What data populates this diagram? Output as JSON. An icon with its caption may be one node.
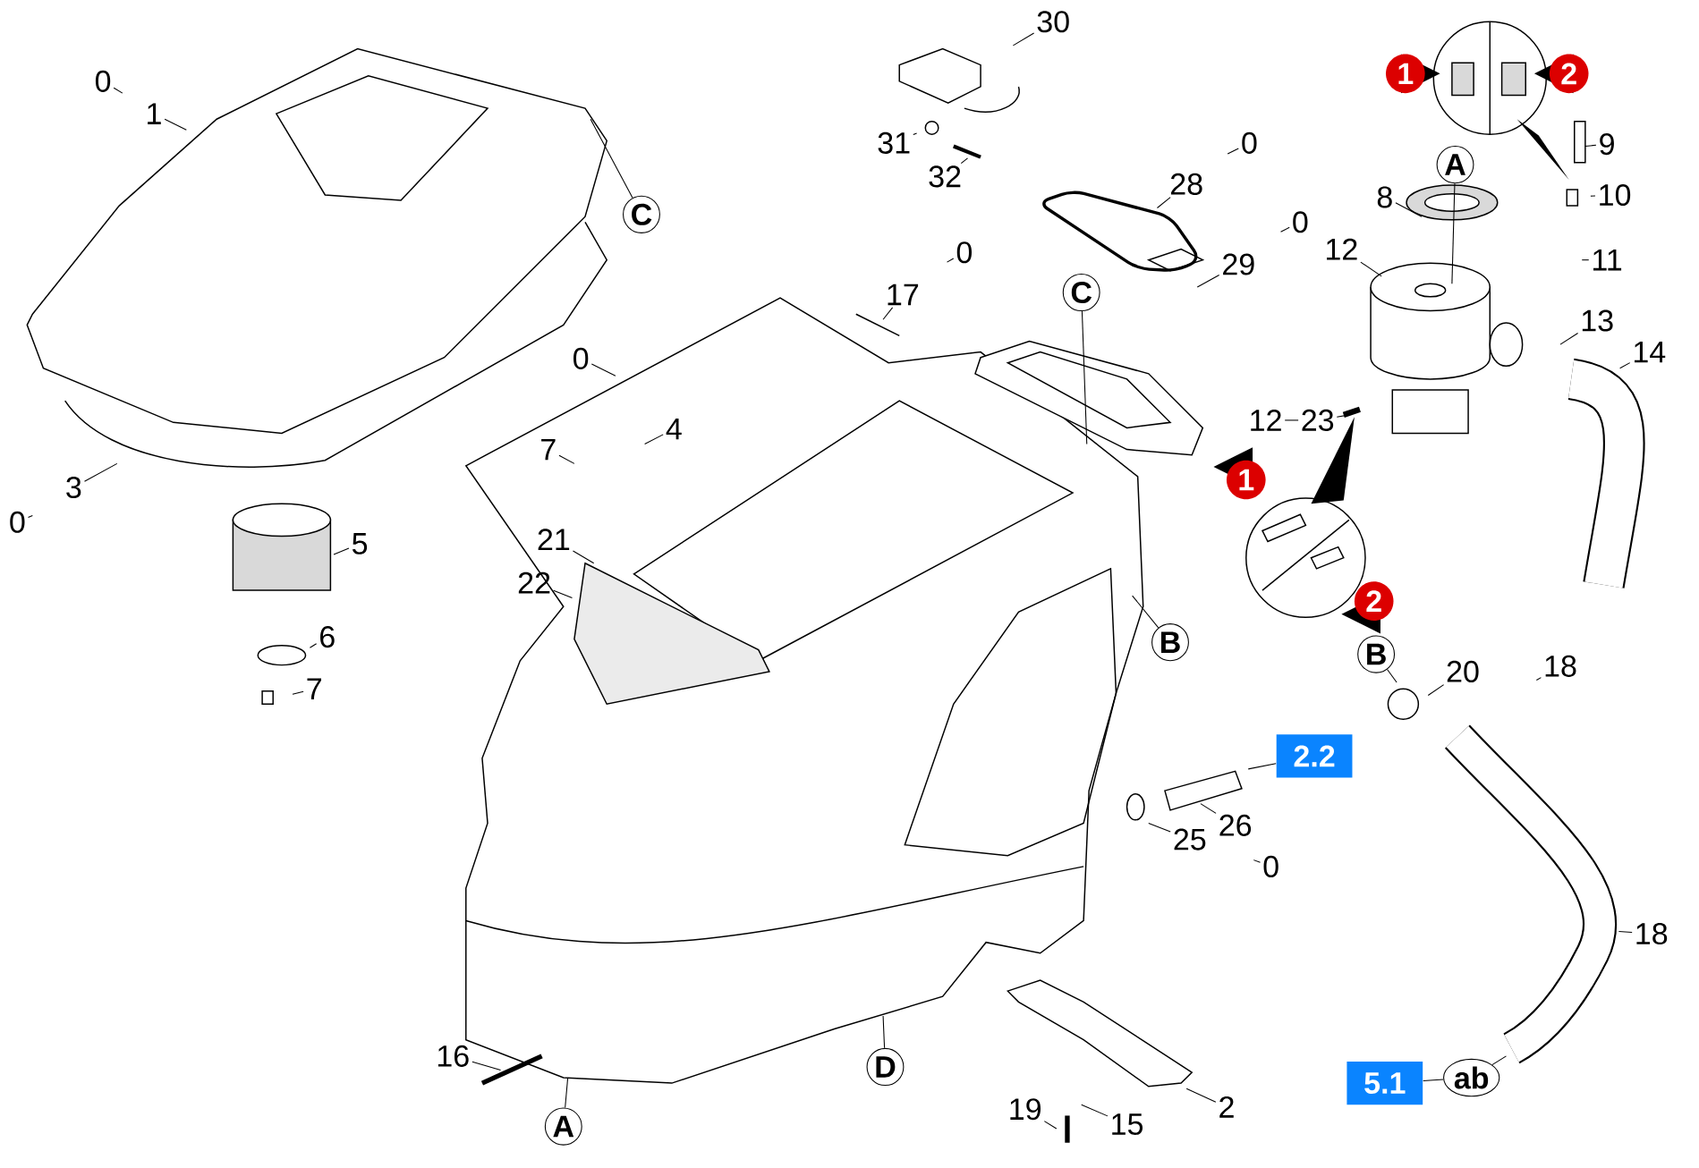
{
  "diagram": {
    "nodes": [
      {
        "text": [
          "0"
        ]
      },
      {
        "text": [
          "1"
        ]
      },
      {
        "text": [
          "C"
        ]
      },
      {
        "text": [
          "0"
        ]
      },
      {
        "text": [
          "3"
        ]
      },
      {
        "text": [
          "5"
        ]
      },
      {
        "text": [
          "6"
        ]
      },
      {
        "text": [
          "7"
        ]
      },
      {
        "text": [
          "30"
        ]
      },
      {
        "text": [
          "31"
        ]
      },
      {
        "text": [
          "32"
        ]
      },
      {
        "text": [
          "0"
        ]
      },
      {
        "text": [
          "28"
        ]
      },
      {
        "text": [
          "0"
        ]
      },
      {
        "text": [
          "29"
        ]
      },
      {
        "text": [
          "0"
        ]
      },
      {
        "text": [
          "17"
        ]
      },
      {
        "text": [
          "C"
        ]
      },
      {
        "text": [
          "0"
        ]
      },
      {
        "text": [
          "7"
        ]
      },
      {
        "text": [
          "4"
        ]
      },
      {
        "text": [
          "21"
        ]
      },
      {
        "text": [
          "22"
        ]
      },
      {
        "text": [
          "B"
        ]
      },
      {
        "text": [
          "2.2"
        ]
      },
      {
        "text": [
          "25"
        ]
      },
      {
        "text": [
          "26"
        ]
      },
      {
        "text": [
          "0"
        ]
      },
      {
        "text": [
          "16"
        ]
      },
      {
        "text": [
          "A"
        ]
      },
      {
        "text": [
          "D"
        ]
      },
      {
        "text": [
          "19"
        ]
      },
      {
        "text": [
          "15"
        ]
      },
      {
        "text": [
          "2"
        ]
      },
      {
        "text": [
          "A"
        ]
      },
      {
        "text": [
          "8"
        ]
      },
      {
        "text": [
          "9"
        ]
      },
      {
        "text": [
          "10"
        ]
      },
      {
        "text": [
          "11"
        ]
      },
      {
        "text": [
          "12"
        ]
      },
      {
        "text": [
          "13"
        ]
      },
      {
        "text": [
          "14"
        ]
      },
      {
        "text": [
          "12"
        ]
      },
      {
        "text": [
          "23"
        ]
      },
      {
        "text": [
          "B"
        ]
      },
      {
        "text": [
          "20"
        ]
      },
      {
        "text": [
          "18"
        ]
      },
      {
        "text": [
          "18"
        ]
      },
      {
        "text": [
          "ab"
        ]
      },
      {
        "text": [
          "5.1"
        ]
      },
      {
        "text": [
          "1"
        ]
      },
      {
        "text": [
          "2"
        ]
      },
      {
        "text": [
          "1"
        ]
      },
      {
        "text": [
          "2"
        ]
      }
    ],
    "edges": [
      {
        "from": 0,
        "to": null,
        "arrow": "none"
      },
      {
        "from": 1,
        "to": null,
        "arrow": "none"
      },
      {
        "from": 2,
        "to": null,
        "arrow": "none"
      },
      {
        "from": 3,
        "to": null,
        "arrow": "none"
      },
      {
        "from": 4,
        "to": null,
        "arrow": "none"
      },
      {
        "from": 5,
        "to": null,
        "arrow": "none"
      },
      {
        "from": 6,
        "to": null,
        "arrow": "none"
      },
      {
        "from": 7,
        "to": null,
        "arrow": "none"
      },
      {
        "from": 8,
        "to": null,
        "arrow": "none"
      },
      {
        "from": 9,
        "to": null,
        "arrow": "none"
      },
      {
        "from": 10,
        "to": null,
        "arrow": "none"
      },
      {
        "from": 11,
        "to": null,
        "arrow": "none"
      },
      {
        "from": 12,
        "to": null,
        "arrow": "none"
      },
      {
        "from": 13,
        "to": null,
        "arrow": "none"
      },
      {
        "from": 14,
        "to": null,
        "arrow": "none"
      },
      {
        "from": 15,
        "to": null,
        "arrow": "none"
      },
      {
        "from": 16,
        "to": null,
        "arrow": "none"
      },
      {
        "from": 17,
        "to": null,
        "arrow": "none"
      },
      {
        "from": 18,
        "to": null,
        "arrow": "none"
      },
      {
        "from": 19,
        "to": null,
        "arrow": "none"
      },
      {
        "from": 20,
        "to": null,
        "arrow": "none"
      },
      {
        "from": 21,
        "to": null,
        "arrow": "none"
      },
      {
        "from": 22,
        "to": null,
        "arrow": "none"
      },
      {
        "from": 23,
        "to": null,
        "arrow": "none"
      },
      {
        "from": 24,
        "to": null,
        "arrow": "none"
      },
      {
        "from": 25,
        "to": null,
        "arrow": "none"
      },
      {
        "from": 26,
        "to": null,
        "arrow": "none"
      },
      {
        "from": 27,
        "to": null,
        "arrow": "none"
      },
      {
        "from": 28,
        "to": null,
        "arrow": "none"
      },
      {
        "from": 29,
        "to": null,
        "arrow": "none"
      },
      {
        "from": 30,
        "to": null,
        "arrow": "none"
      },
      {
        "from": 31,
        "to": null,
        "arrow": "none"
      },
      {
        "from": 32,
        "to": null,
        "arrow": "none"
      },
      {
        "from": 33,
        "to": null,
        "arrow": "none"
      },
      {
        "from": 34,
        "to": null,
        "arrow": "none"
      },
      {
        "from": 35,
        "to": null,
        "arrow": "none"
      },
      {
        "from": 36,
        "to": null,
        "arrow": "none"
      },
      {
        "from": 37,
        "to": null,
        "arrow": "none"
      },
      {
        "from": 38,
        "to": null,
        "arrow": "none"
      },
      {
        "from": 39,
        "to": null,
        "arrow": "none"
      },
      {
        "from": 40,
        "to": null,
        "arrow": "none"
      },
      {
        "from": 41,
        "to": null,
        "arrow": "none"
      },
      {
        "from": 42,
        "to": 43,
        "arrow": "none"
      },
      {
        "from": 43,
        "to": null,
        "arrow": "none"
      },
      {
        "from": 44,
        "to": null,
        "arrow": "none"
      },
      {
        "from": 45,
        "to": null,
        "arrow": "none"
      },
      {
        "from": 46,
        "to": null,
        "arrow": "none"
      },
      {
        "from": 47,
        "to": null,
        "arrow": "none"
      },
      {
        "from": 48,
        "to": null,
        "arrow": "none"
      },
      {
        "from": 49,
        "to": 48,
        "arrow": "none"
      }
    ]
  }
}
